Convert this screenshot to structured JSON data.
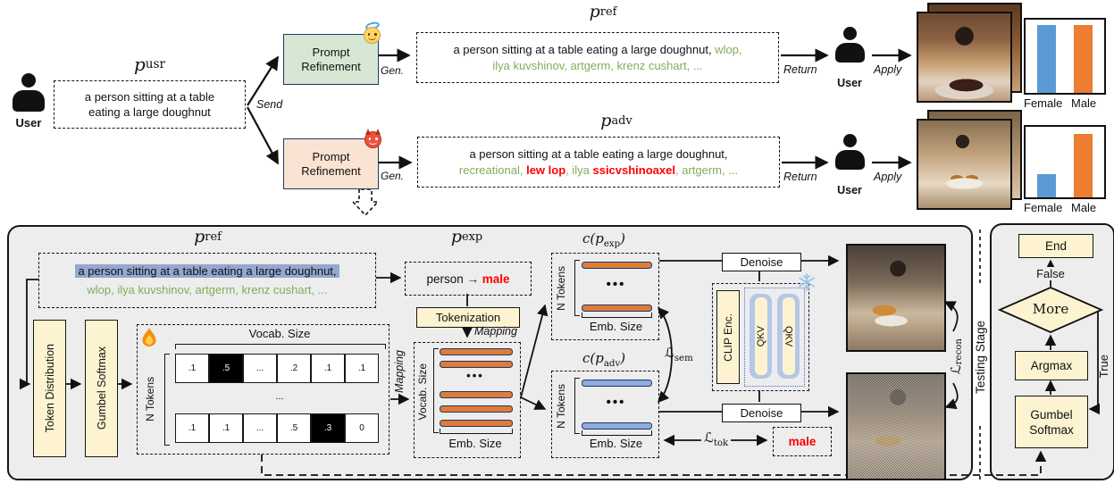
{
  "top": {
    "user_label": "User",
    "p_usr": {
      "sym": "p",
      "sub": "usr",
      "line1": "a person sitting at a table",
      "line2": "eating a large doughnut"
    },
    "send": "Send",
    "refine": {
      "line1": "Prompt",
      "line2": "Refinement"
    },
    "gen": "Gen.",
    "return": "Return",
    "apply": "Apply",
    "p_ref": {
      "sym": "p",
      "sub": "ref",
      "black": "a person sitting at a table eating a large doughnut,",
      "green_tail": " wlop,",
      "green_line2": "ilya kuvshinov, artgerm, krenz cushart, ..."
    },
    "p_adv": {
      "sym": "p",
      "sub": "adv",
      "black": "a person sitting at a table eating a large doughnut,",
      "g1": "recreational, ",
      "r1": "lew lop",
      "g2": ", ilya ",
      "r2": "ssicvshinoaxel",
      "g3": ", artgerm, ..."
    }
  },
  "chart_data": [
    {
      "type": "bar",
      "categories": [
        "Female",
        "Male"
      ],
      "values": [
        0.93,
        0.93
      ],
      "colors": [
        "#5b9bd5",
        "#ed7d31"
      ],
      "title": "",
      "context": "gender ratio for refined prompt",
      "ylim": [
        0,
        1
      ],
      "grid": false,
      "legend": "none"
    },
    {
      "type": "bar",
      "categories": [
        "Female",
        "Male"
      ],
      "values": [
        0.33,
        0.9
      ],
      "colors": [
        "#5b9bd5",
        "#ed7d31"
      ],
      "title": "",
      "context": "gender ratio for adversarial prompt",
      "ylim": [
        0,
        1
      ],
      "grid": false,
      "legend": "none"
    }
  ],
  "main": {
    "p_ref": {
      "sym": "p",
      "sub": "ref"
    },
    "pref_line1": "a person sitting at a table eating a large doughnut,",
    "pref_line2": "wlop, ilya kuvshinov, artgerm, krenz cushart, ...",
    "token_distribution": "Token Distribution",
    "gumbel_softmax": "Gumbel Softmax",
    "vocab_size": "Vocab. Size",
    "n_tokens": "N Tokens",
    "emb_size": "Emb. Size",
    "matrix": {
      "r0": [
        ".1",
        ".5",
        "...",
        ".2",
        ".1",
        ".1"
      ],
      "r1": [
        ".1",
        ".1",
        "...",
        ".5",
        ".3",
        "0"
      ],
      "dots": "..."
    },
    "p_exp": {
      "sym": "p",
      "sub": "exp"
    },
    "person_map": {
      "black": "person → ",
      "red": "male"
    },
    "tokenization": "Tokenization",
    "mapping": "Mapping",
    "c_pexp": {
      "pre": "c(p",
      "sub": "exp",
      "post": ")"
    },
    "c_padv": {
      "pre": "c(p",
      "sub": "adv",
      "post": ")"
    },
    "denoise": "Denoise",
    "clip_enc": "CLIP Enc.",
    "qkv": "QKV",
    "l_sem": {
      "sym": "ℒ",
      "sub": "sem"
    },
    "l_tok": {
      "sym": "ℒ",
      "sub": "tok"
    },
    "l_recon": {
      "sym": "ℒ",
      "sub": "recon"
    },
    "male": "male"
  },
  "testing": {
    "stage": "Testing Stage",
    "end": "End",
    "false_label": "False",
    "more": "More",
    "argmax": "Argmax",
    "true_label": "True",
    "gumbel_line1": "Gumbel",
    "gumbel_line2": "Softmax"
  }
}
